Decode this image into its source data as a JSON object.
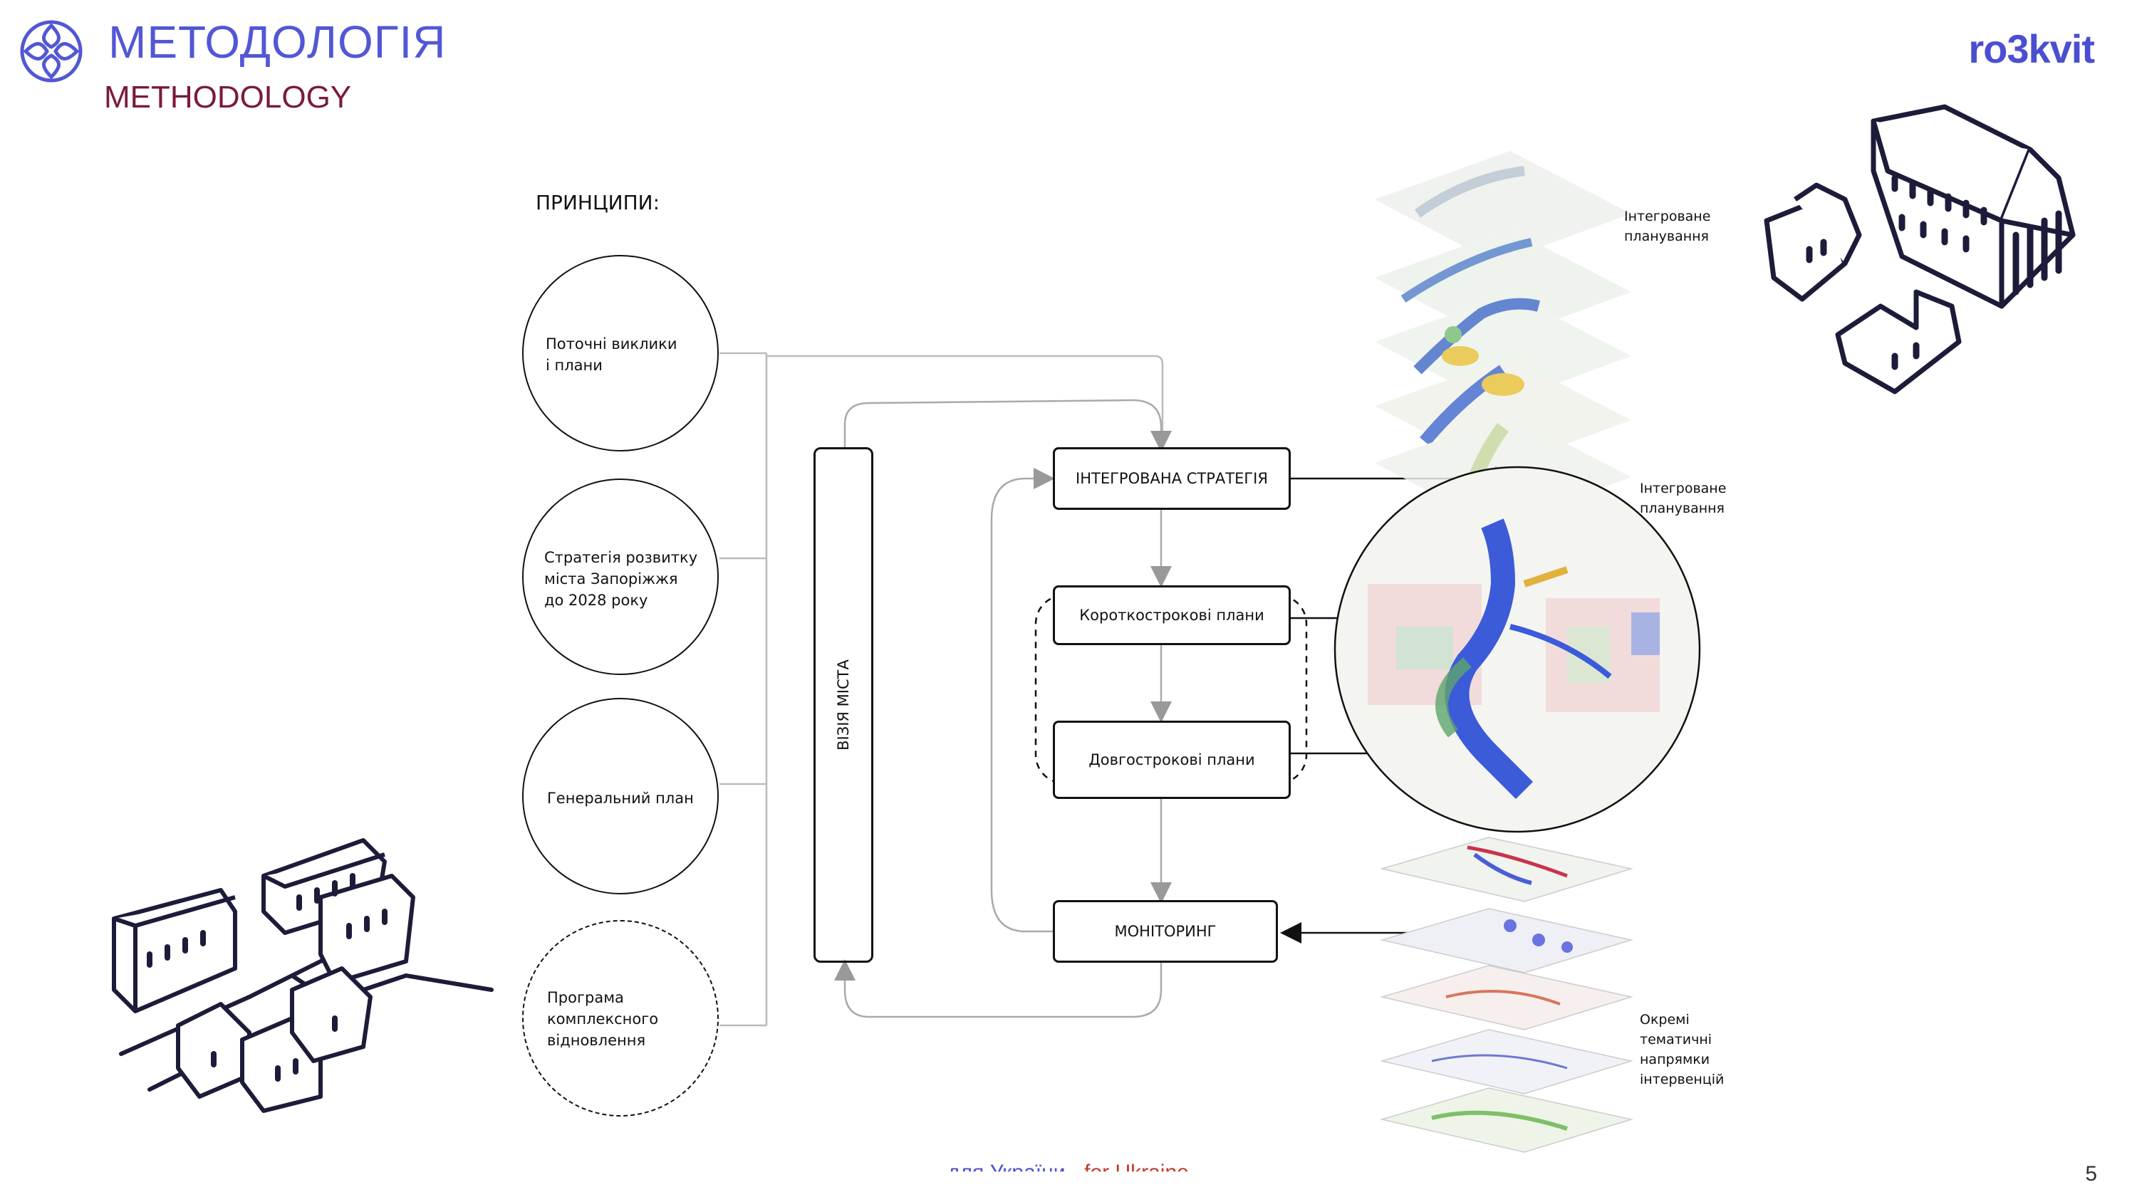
{
  "header": {
    "title_ua": "МЕТОДОЛОГІЯ",
    "title_en": "METHODOLOGY",
    "brand": "ro3kvit"
  },
  "principles": {
    "label": "ПРИНЦИПИ:",
    "items": [
      {
        "lines": [
          "Поточні виклики",
          "і плани"
        ],
        "style": "solid"
      },
      {
        "lines": [
          "Стратегія розвитку",
          "міста Запоріжжя",
          "до 2028 року"
        ],
        "style": "solid"
      },
      {
        "lines": [
          "Генеральний план"
        ],
        "style": "solid"
      },
      {
        "lines": [
          "Програма",
          "комплексного",
          "відновлення"
        ],
        "style": "dashed"
      }
    ]
  },
  "flow": {
    "vision": "ВІЗІЯ МІСТА",
    "integrated_strategy": "ІНТЕГРОВАНА СТРАТЕГІЯ",
    "short_term": "Короткострокові плани",
    "long_term": "Довгострокові плани",
    "monitoring": "МОНІТОРИНГ"
  },
  "map_labels": {
    "top": [
      "Інтегроване",
      "планування"
    ],
    "middle": [
      "Інтегроване",
      "планування"
    ],
    "bottom": [
      "Окремі",
      "тематичні",
      "напрямки",
      "інтервенцій"
    ]
  },
  "footer": {
    "text_blue": "для України · ",
    "text_red": "for Ukraine",
    "page_number": "5"
  },
  "colors": {
    "accent": "#5257d6",
    "title_en": "#7a1a3c",
    "water": "#3b5bd9"
  },
  "icons": [
    "logo-flower-icon",
    "buildings-sketch-icon",
    "city-sketch-icon"
  ]
}
